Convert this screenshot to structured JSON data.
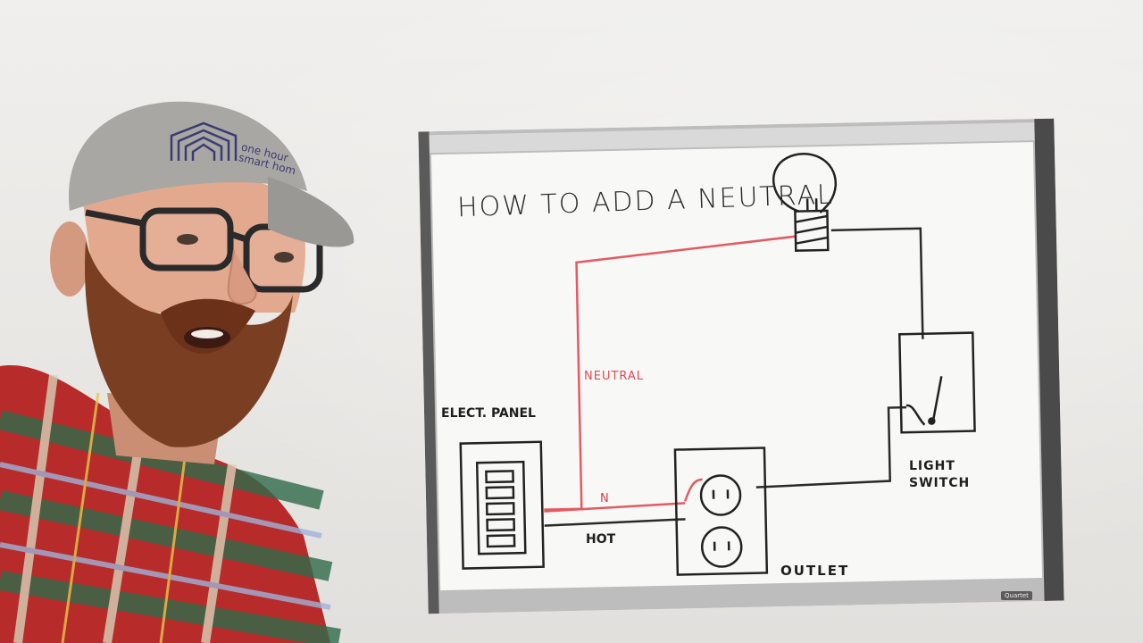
{
  "whiteboard": {
    "title": "HOW TO ADD A NEUTRAL",
    "labels": {
      "panel": "ELECT. PANEL",
      "neutral": "NEUTRAL",
      "n": "N",
      "hot": "HOT",
      "outlet": "OUTLET",
      "light": "LIGHT",
      "switch": "SWITCH"
    },
    "brand": "Quartet",
    "wire_colors": {
      "neutral": "#e35a63",
      "hot": "#2a2a2a"
    }
  },
  "person": {
    "cap_logo_line1": "one hour",
    "cap_logo_line2": "smart hom",
    "cap_logo_icon": "house-arches-icon"
  },
  "colors": {
    "wall": "#ebe9e6",
    "board": "#f7f7f5",
    "frame": "#c9c9c9",
    "beard": "#7a3f22",
    "cap": "#a9a7a3",
    "shirt_red": "#b82b2b",
    "shirt_green": "#2f6b4a"
  }
}
